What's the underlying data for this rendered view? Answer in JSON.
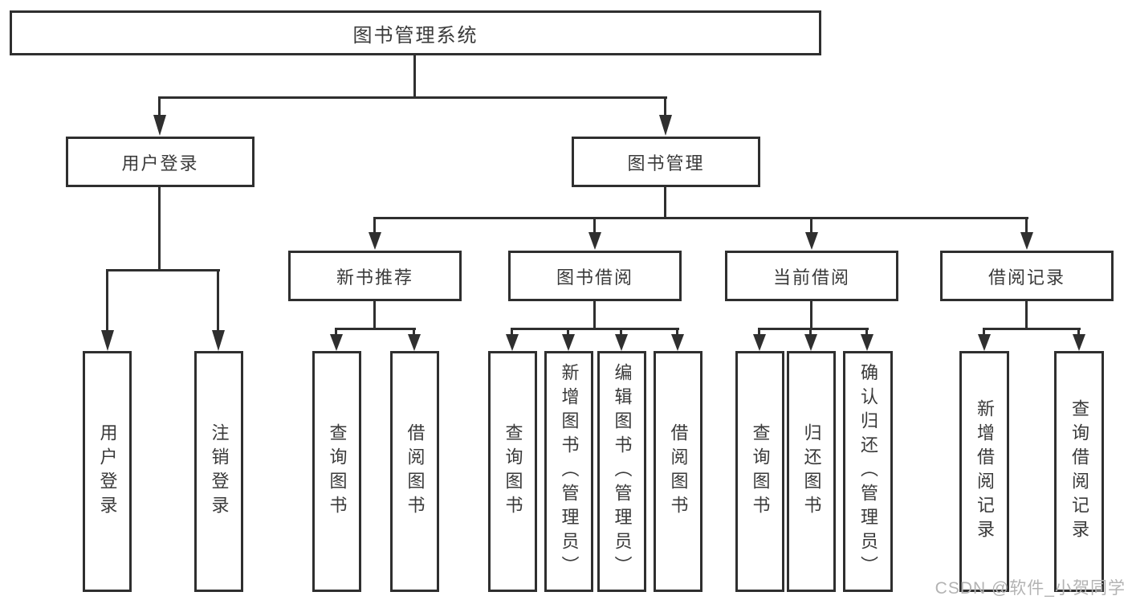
{
  "title": "图书管理系统",
  "level2": {
    "user_login": "用户登录",
    "book_management": "图书管理"
  },
  "level3": {
    "new_book_recommendation": "新书推荐",
    "book_borrowing": "图书借阅",
    "current_borrowing": "当前借阅",
    "borrowing_records": "借阅记录"
  },
  "leaves": {
    "user_login": [
      "用户登录",
      "注销登录"
    ],
    "new_book_recommendation": [
      "查询图书",
      "借阅图书"
    ],
    "book_borrowing": [
      "查询图书",
      "新增图书（管理员）",
      "编辑图书（管理员）",
      "借阅图书"
    ],
    "current_borrowing": [
      "查询图书",
      "归还图书",
      "确认归还（管理员）"
    ],
    "borrowing_records": [
      "新增借阅记录",
      "查询借阅记录"
    ]
  },
  "watermark": "CSDN @软件_小贺同学",
  "colors": {
    "line": "#2f2f2f",
    "text": "#3a3a3a",
    "watermark": "#b3b3b3",
    "background": "#ffffff"
  }
}
